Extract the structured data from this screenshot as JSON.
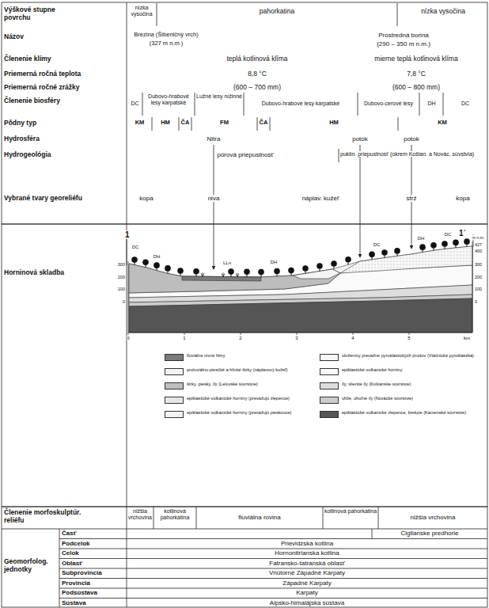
{
  "diagram": {
    "labels": [
      "Výškové stupne povrchu",
      "Názov",
      "Členenie klímy",
      "Priemerná ročná teplota",
      "Priemerná ročné zrážky",
      "Členenie biosféry",
      "Pôdny typ",
      "Hydrosféra",
      "Hydrogeológia",
      "Vybrané tvary georeliéfu",
      "Horninová skladba",
      "Členenie morfoskulptúr. reliéfu",
      "Geomorfolog. jednotky",
      "Časť",
      "Podcelok",
      "Celok",
      "Oblasť",
      "Subprovincia",
      "Provincia",
      "Podsústava",
      "Sústava",
      "nízka vysočina",
      "pahorkatina",
      "nízka vysočina",
      "Brezina (Šibeničný vrch)",
      "(327 m n.m.)",
      "Prostredná borina",
      "(290 – 350 m n.m.)",
      "teplá kotlinová klíma",
      "mierne teplá kotlinová klíma",
      "8,8 °C",
      "7,8 °C",
      "(600 – 700 mm)",
      "(600 – 800 mm)",
      "DC",
      "Dubovo-hrabové lesy karpatské",
      "Lužné lesy nížinné",
      "Dubovo-hrabové lesy karpatské",
      "Dubovo-cerové lesy",
      "DH",
      "DC",
      "KM",
      "HM",
      "ČA",
      "FM",
      "ČA",
      "HM",
      "KM",
      "Nitra",
      "potok",
      "potok",
      "pórová priepustnosť",
      "puklin. priepustnosť (okrem Košian. a Novác. súvstvia)",
      "kopa",
      "niva",
      "náplav. kužeľ",
      "strž",
      "kopa",
      "1",
      "1´",
      "DC",
      "DH",
      "LLn",
      "DH",
      "DC",
      "DH",
      "DC",
      "300",
      "200",
      "100",
      "0",
      "m n.m.",
      "427",
      "400",
      "300",
      "200",
      "100",
      "0",
      "0",
      "1",
      "2",
      "3",
      "4",
      "5",
      "km",
      "nižšia vrchovina",
      "kotlinová pahorkatina",
      "fluviálna rovina",
      "kotlinová pahorkatina",
      "nižšia vrchovina",
      "Ciglianske predhorie",
      "Prievidzská kotlina",
      "Hornonitrianska kotlina",
      "Fatransko-tatranská oblasť",
      "Vnútorné Západné Karpaty",
      "Západné Karpaty",
      "Karpaty",
      "Alpsko-himalájska sústava"
    ],
    "legend": [
      {
        "text": "fluviálne nivné hliny",
        "color": "#7a7a7a"
      },
      {
        "text": "proluviálno-piesčité a hlinité štrky (náplavový kužeľ)",
        "color": "#f4f4f4"
      },
      {
        "text": "štrky, piesky, íly (Lelovské súvrstvie)",
        "color": "#bdbdbd"
      },
      {
        "text": "epiklastické vulkanické horniny (prevažujú zlepence)",
        "color": "#e6e6e6"
      },
      {
        "text": "epiklastické vulkanické horniny (prevažujú pieskovce)",
        "color": "#f2f2f2"
      },
      {
        "text": "uloženiny prevažne pyroklastických prúdov (Vtáčnické pyroklastiká)",
        "color": "#f7f7f7"
      },
      {
        "text": "epiklastické vulkanické horniny",
        "color": "#fafafa"
      },
      {
        "text": "íly, slienité íly (Košianske súvrstvie)",
        "color": "#dddddd"
      },
      {
        "text": "uhlie, uhoľné íly (Novácke súvrstvie)",
        "color": "#cccccc"
      },
      {
        "text": "epiklastické vulkanické zlepence, brekcie (Kamenské súvrstvie)",
        "color": "#555555"
      }
    ]
  }
}
